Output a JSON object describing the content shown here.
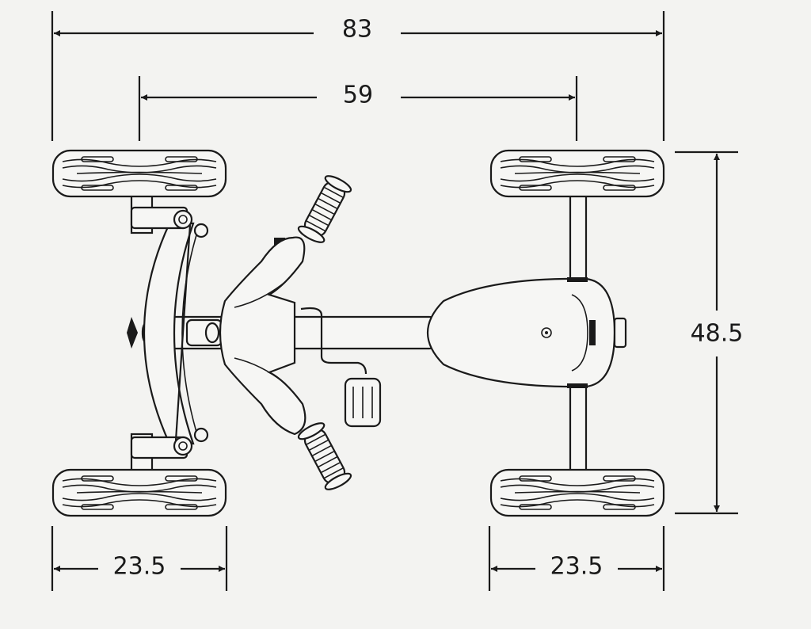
{
  "colors": {
    "background": "#f3f3f1",
    "ink": "#1a1a1a"
  },
  "dimensions": {
    "overall_length": "83",
    "wheelbase": "59",
    "overall_width": "48.5",
    "front_wheel_width": "23.5",
    "rear_wheel_width": "23.5"
  }
}
